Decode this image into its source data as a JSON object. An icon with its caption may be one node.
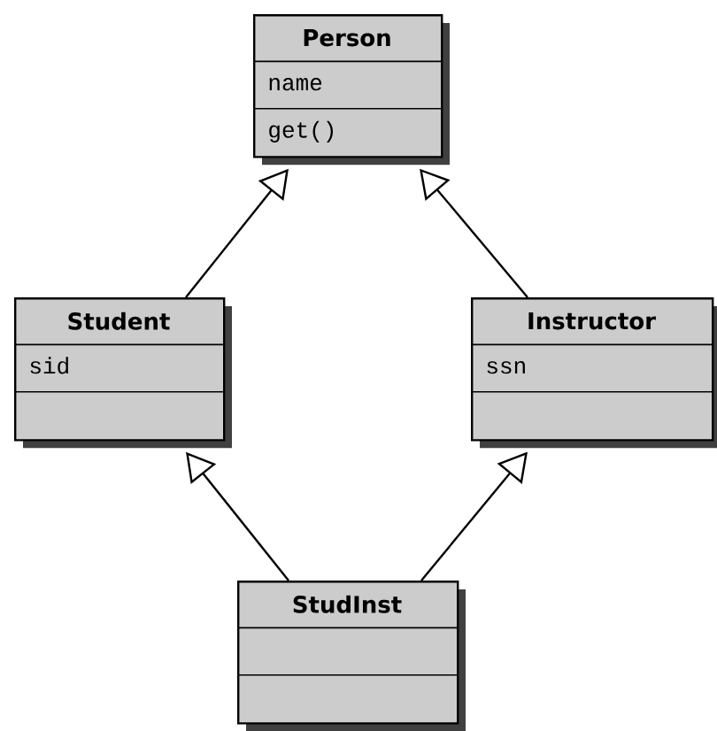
{
  "diagram": {
    "nodes": [
      {
        "text": [
          "Person",
          "name",
          "get()"
        ]
      },
      {
        "text": [
          "Student",
          "sid"
        ]
      },
      {
        "text": [
          "Instructor",
          "ssn"
        ]
      },
      {
        "text": [
          "StudInst"
        ]
      }
    ],
    "edges": [
      {
        "from": 1,
        "to": 0,
        "arrow": "to"
      },
      {
        "from": 2,
        "to": 0,
        "arrow": "to"
      },
      {
        "from": 3,
        "to": 1,
        "arrow": "to"
      },
      {
        "from": 3,
        "to": 2,
        "arrow": "to"
      }
    ]
  }
}
